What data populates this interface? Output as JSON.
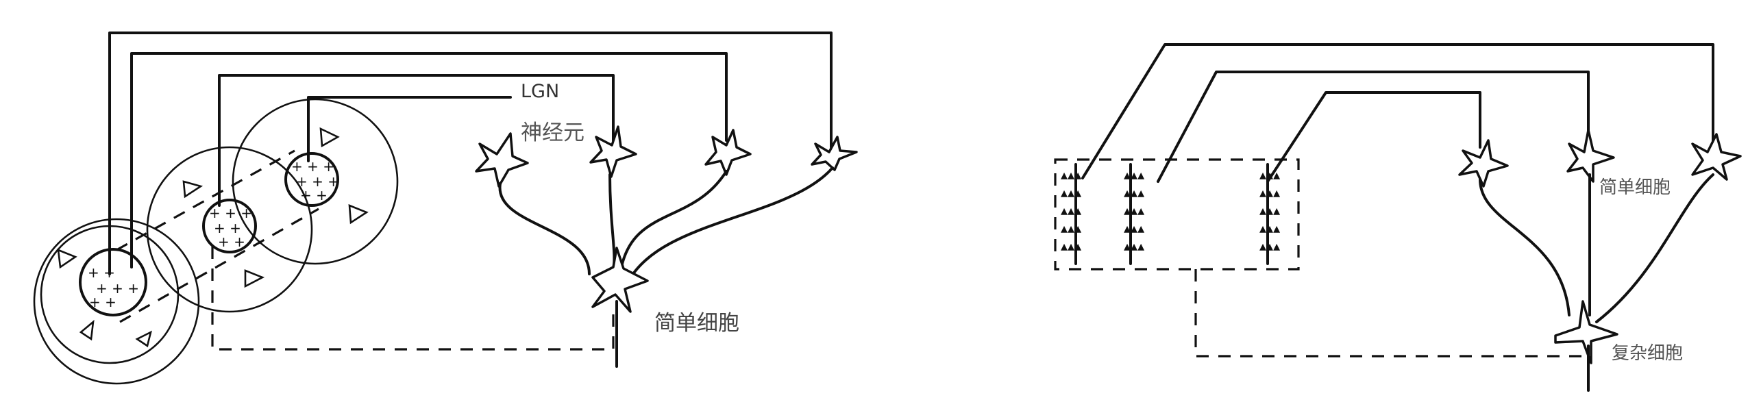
{
  "labels": {
    "lgn_line1": "LGN",
    "lgn_line2": "神经元",
    "simple_cell_left": "简单细胞",
    "simple_cell_right": "简单细胞",
    "complex_cell_right": "复杂细胞"
  }
}
